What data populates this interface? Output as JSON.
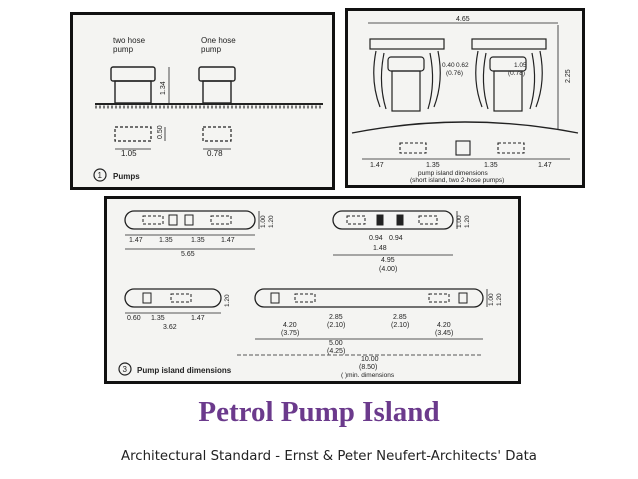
{
  "title": "Petrol Pump Island",
  "caption": "Architectural Standard - Ernst & Peter Neufert-Architects' Data",
  "pumps_panel": {
    "label_two_hose": [
      "two hose",
      "pump"
    ],
    "label_one_hose": [
      "One hose",
      "pump"
    ],
    "dim_height": "1.34",
    "dim_depth": "0.50",
    "dim_two_hose_width": "1.05",
    "dim_one_hose_width": "0.78",
    "figure_number": "1",
    "figure_label": "Pumps"
  },
  "island_panel": {
    "dim_total": "4.65",
    "dim_height": "2.25",
    "dim_a": "0.40",
    "dim_b": "0.62",
    "dim_c": "(0.76)",
    "dim_d": "1.05",
    "dim_e": "(0.78)",
    "dim_row": [
      "1.47",
      "1.35",
      "1.35",
      "1.47"
    ],
    "caption": [
      "pump island dimensions",
      "(short island, two 2-hose pumps)"
    ]
  },
  "dims_panel": {
    "island1_width": "1.00",
    "island1_height": "1.20",
    "island1_row": [
      "1.47",
      "1.35",
      "1.35",
      "1.47"
    ],
    "island1_total": "5.65",
    "island2_width": "1.00",
    "island2_height": "1.20",
    "island2_row": [
      "0.94",
      "0.94"
    ],
    "island2_a": "1.48",
    "island2_b": "4.95",
    "island2_c": "(4.00)",
    "island3_height": "1.20",
    "island3_row": [
      "0.60",
      "1.35",
      "1.47"
    ],
    "island3_total": "3.62",
    "island4_width": "1.00",
    "island4_height": "1.20",
    "island4_a": "2.85",
    "island4_b": "(2.10)",
    "island4_c": "2.85",
    "island4_d": "(2.10)",
    "island4_e": "4.20",
    "island4_f": "(3.75)",
    "island4_g": "4.20",
    "island4_h": "(3.45)",
    "island4_i": "5.00",
    "island4_j": "(4.25)",
    "island4_k": "10.00",
    "island4_l": "(8.50)",
    "note": "( )min. dimensions",
    "figure_number": "3",
    "figure_label": "Pump island dimensions"
  }
}
